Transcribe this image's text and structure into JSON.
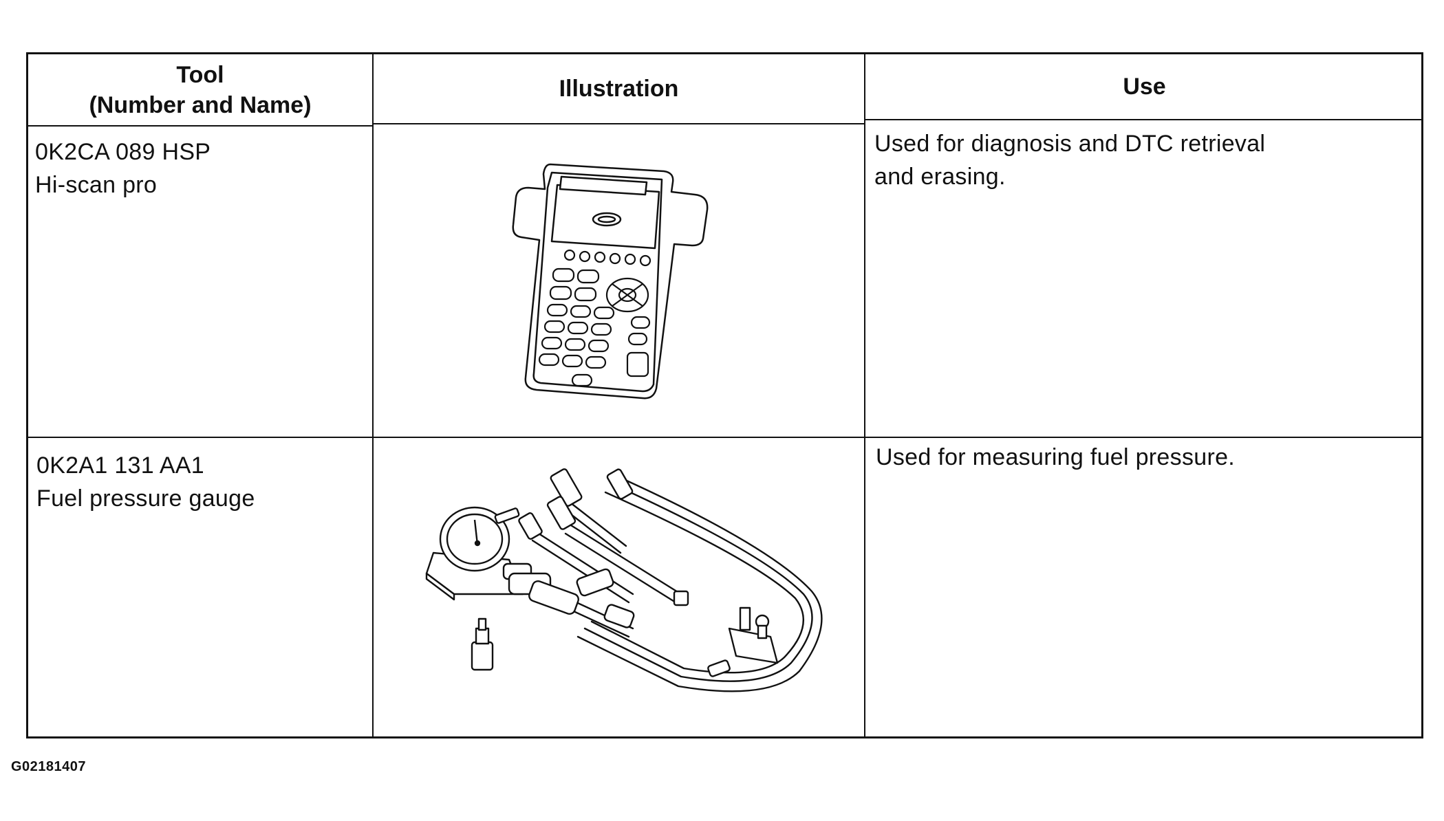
{
  "table": {
    "headers": {
      "tool_line1": "Tool",
      "tool_line2": "(Number and Name)",
      "illustration": "Illustration",
      "use": "Use"
    },
    "rows": [
      {
        "tool_number": "0K2CA 089 HSP",
        "tool_name": "Hi-scan pro",
        "illustration_icon": "scan-tool-icon",
        "use_line1": "Used for diagnosis and DTC retrieval",
        "use_line2": "and erasing."
      },
      {
        "tool_number": "0K2A1 131 AA1",
        "tool_name": "Fuel pressure gauge",
        "illustration_icon": "fuel-pressure-gauge-icon",
        "use_line1": "Used for measuring fuel pressure.",
        "use_line2": ""
      }
    ]
  },
  "figure_id": "G02181407"
}
